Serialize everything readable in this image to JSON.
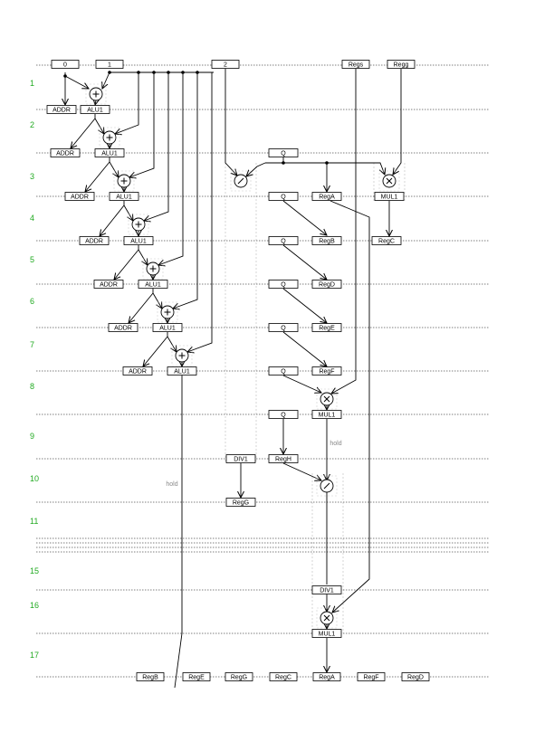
{
  "steps": [
    "1",
    "2",
    "3",
    "4",
    "5",
    "6",
    "7",
    "8",
    "9",
    "10",
    "11",
    "15",
    "16",
    "17"
  ],
  "registers": {
    "inputs": [
      "0",
      "1",
      "2",
      "Regs",
      "Regg"
    ],
    "addr": "ADDR",
    "alu": "ALU1",
    "q": "Q",
    "mul": "MUL1",
    "div": "DIV1",
    "regA": "RegA",
    "regB": "RegB",
    "regC": "RegC",
    "regD": "RegD",
    "regE": "RegE",
    "regF": "RegF",
    "regG": "RegG",
    "regH": "RegH"
  },
  "outputs": [
    "RegB",
    "RegE",
    "RegG",
    "RegC",
    "RegA",
    "RegF",
    "RegD"
  ],
  "notes": {
    "hold1": "hold",
    "hold2": "hold"
  },
  "colors": {
    "step": "#22aa22",
    "bus": "#555555",
    "guide": "#bbbbbb",
    "note": "#888888"
  },
  "icons": {
    "add": "plus-operator-icon",
    "mul": "times-operator-icon",
    "div": "divide-operator-icon"
  }
}
